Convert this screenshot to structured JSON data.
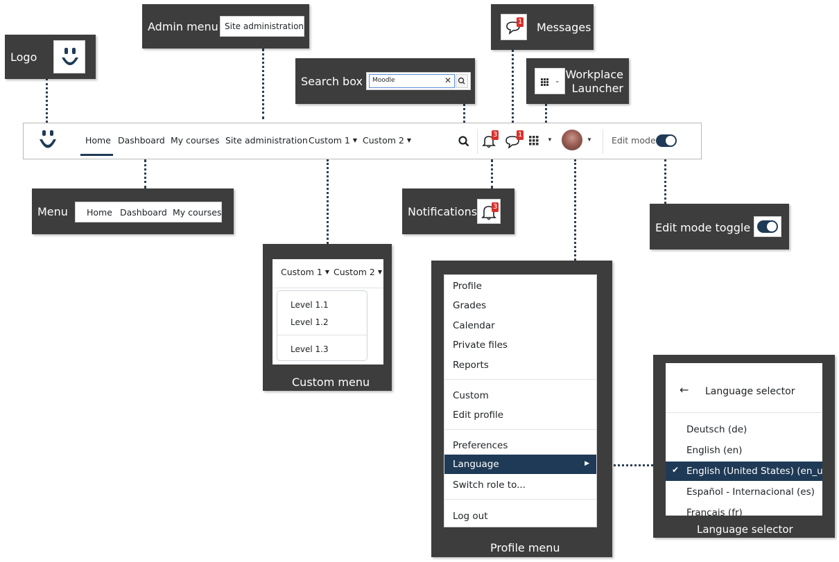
{
  "callouts": {
    "logo": {
      "label": "Logo"
    },
    "admin_menu": {
      "label": "Admin menu",
      "button": "Site administration"
    },
    "search_box": {
      "label": "Search box",
      "value": "Moodle"
    },
    "messages": {
      "label": "Messages",
      "badge": "1"
    },
    "workplace_launcher": {
      "label_line1": "Workplace",
      "label_line2": "Launcher"
    },
    "menu": {
      "label": "Menu",
      "items": [
        "Home",
        "Dashboard",
        "My courses"
      ]
    },
    "notifications": {
      "label": "Notifications",
      "badge": "3"
    },
    "edit_mode_toggle": {
      "label": "Edit mode toggle"
    }
  },
  "navbar": {
    "items": [
      "Home",
      "Dashboard",
      "My courses",
      "Site administration",
      "Custom 1",
      "Custom 2"
    ],
    "notifications_badge": "3",
    "messages_badge": "1",
    "edit_mode_label": "Edit mode"
  },
  "custom_menu": {
    "tab1": "Custom 1",
    "tab2": "Custom 2",
    "items": [
      "Level 1.1",
      "Level 1.2",
      "Level 1.3"
    ],
    "caption": "Custom menu"
  },
  "profile_menu": {
    "items": [
      "Profile",
      "Grades",
      "Calendar",
      "Private files",
      "Reports",
      "Custom",
      "Edit profile",
      "Preferences",
      "Language",
      "Switch role to...",
      "Log out"
    ],
    "caption": "Profile menu"
  },
  "language_selector": {
    "header": "Language selector",
    "items": [
      "Deutsch (de)",
      "English (en)",
      "English (United States) (en_u",
      "Español - Internacional (es)",
      "Français (fr)"
    ],
    "caption": "Language selector"
  },
  "colors": {
    "callout_bg": "#3d3d3d",
    "highlight": "#1f3a56",
    "badge": "#d9302c",
    "connector": "#2c3e50"
  }
}
